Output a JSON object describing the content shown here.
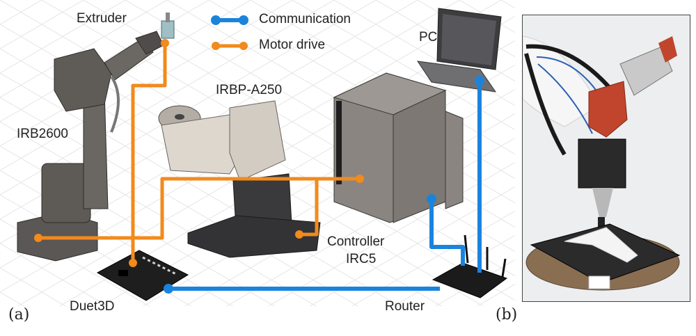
{
  "figure": {
    "panel_a_label": "(a)",
    "panel_b_label": "(b)"
  },
  "legend": {
    "items": [
      {
        "label": "Communication",
        "color": "#1a84dd"
      },
      {
        "label": "Motor drive",
        "color": "#f28a1c"
      }
    ]
  },
  "components": {
    "extruder": "Extruder",
    "robot": "IRB2600",
    "positioner": "IRBP-A250",
    "pc": "PC",
    "controller_line1": "Controller",
    "controller_line2": "IRC5",
    "board": "Duet3D",
    "router": "Router"
  },
  "colors": {
    "communication": "#1a84dd",
    "motor_drive": "#f28a1c",
    "grid": "#e4e4e4"
  },
  "connections": [
    {
      "type": "motor_drive",
      "from": "Duet3D",
      "to": "Extruder"
    },
    {
      "type": "motor_drive",
      "from": "Controller IRC5",
      "to": "IRB2600"
    },
    {
      "type": "motor_drive",
      "from": "Controller IRC5",
      "to": "IRBP-A250"
    },
    {
      "type": "communication",
      "from": "Duet3D",
      "to": "Router"
    },
    {
      "type": "communication",
      "from": "Controller IRC5",
      "to": "Router"
    },
    {
      "type": "communication",
      "from": "PC",
      "to": "Router"
    }
  ]
}
